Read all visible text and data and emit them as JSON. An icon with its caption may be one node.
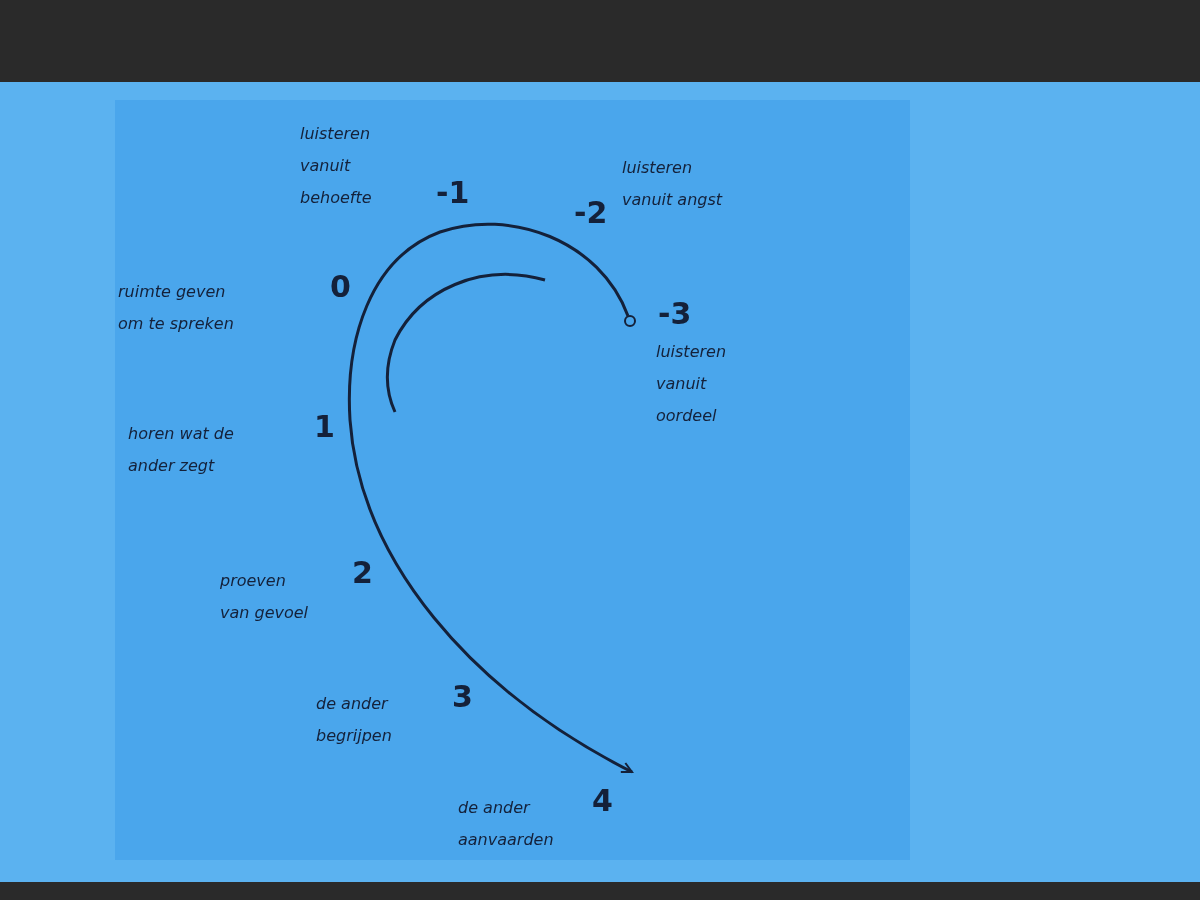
{
  "diagram": {
    "labels": [
      "luisteren vanuit behoefte",
      "-1",
      "luisteren vanuit angst",
      "-2",
      "ruimte geven om te spreken",
      "0",
      "-3",
      "luisteren vanuit oordeel",
      "horen wat de ander zegt",
      "1",
      "proeven van gevoel",
      "2",
      "de ander begrijpen",
      "3",
      "de ander aanvaarden",
      "4"
    ]
  }
}
